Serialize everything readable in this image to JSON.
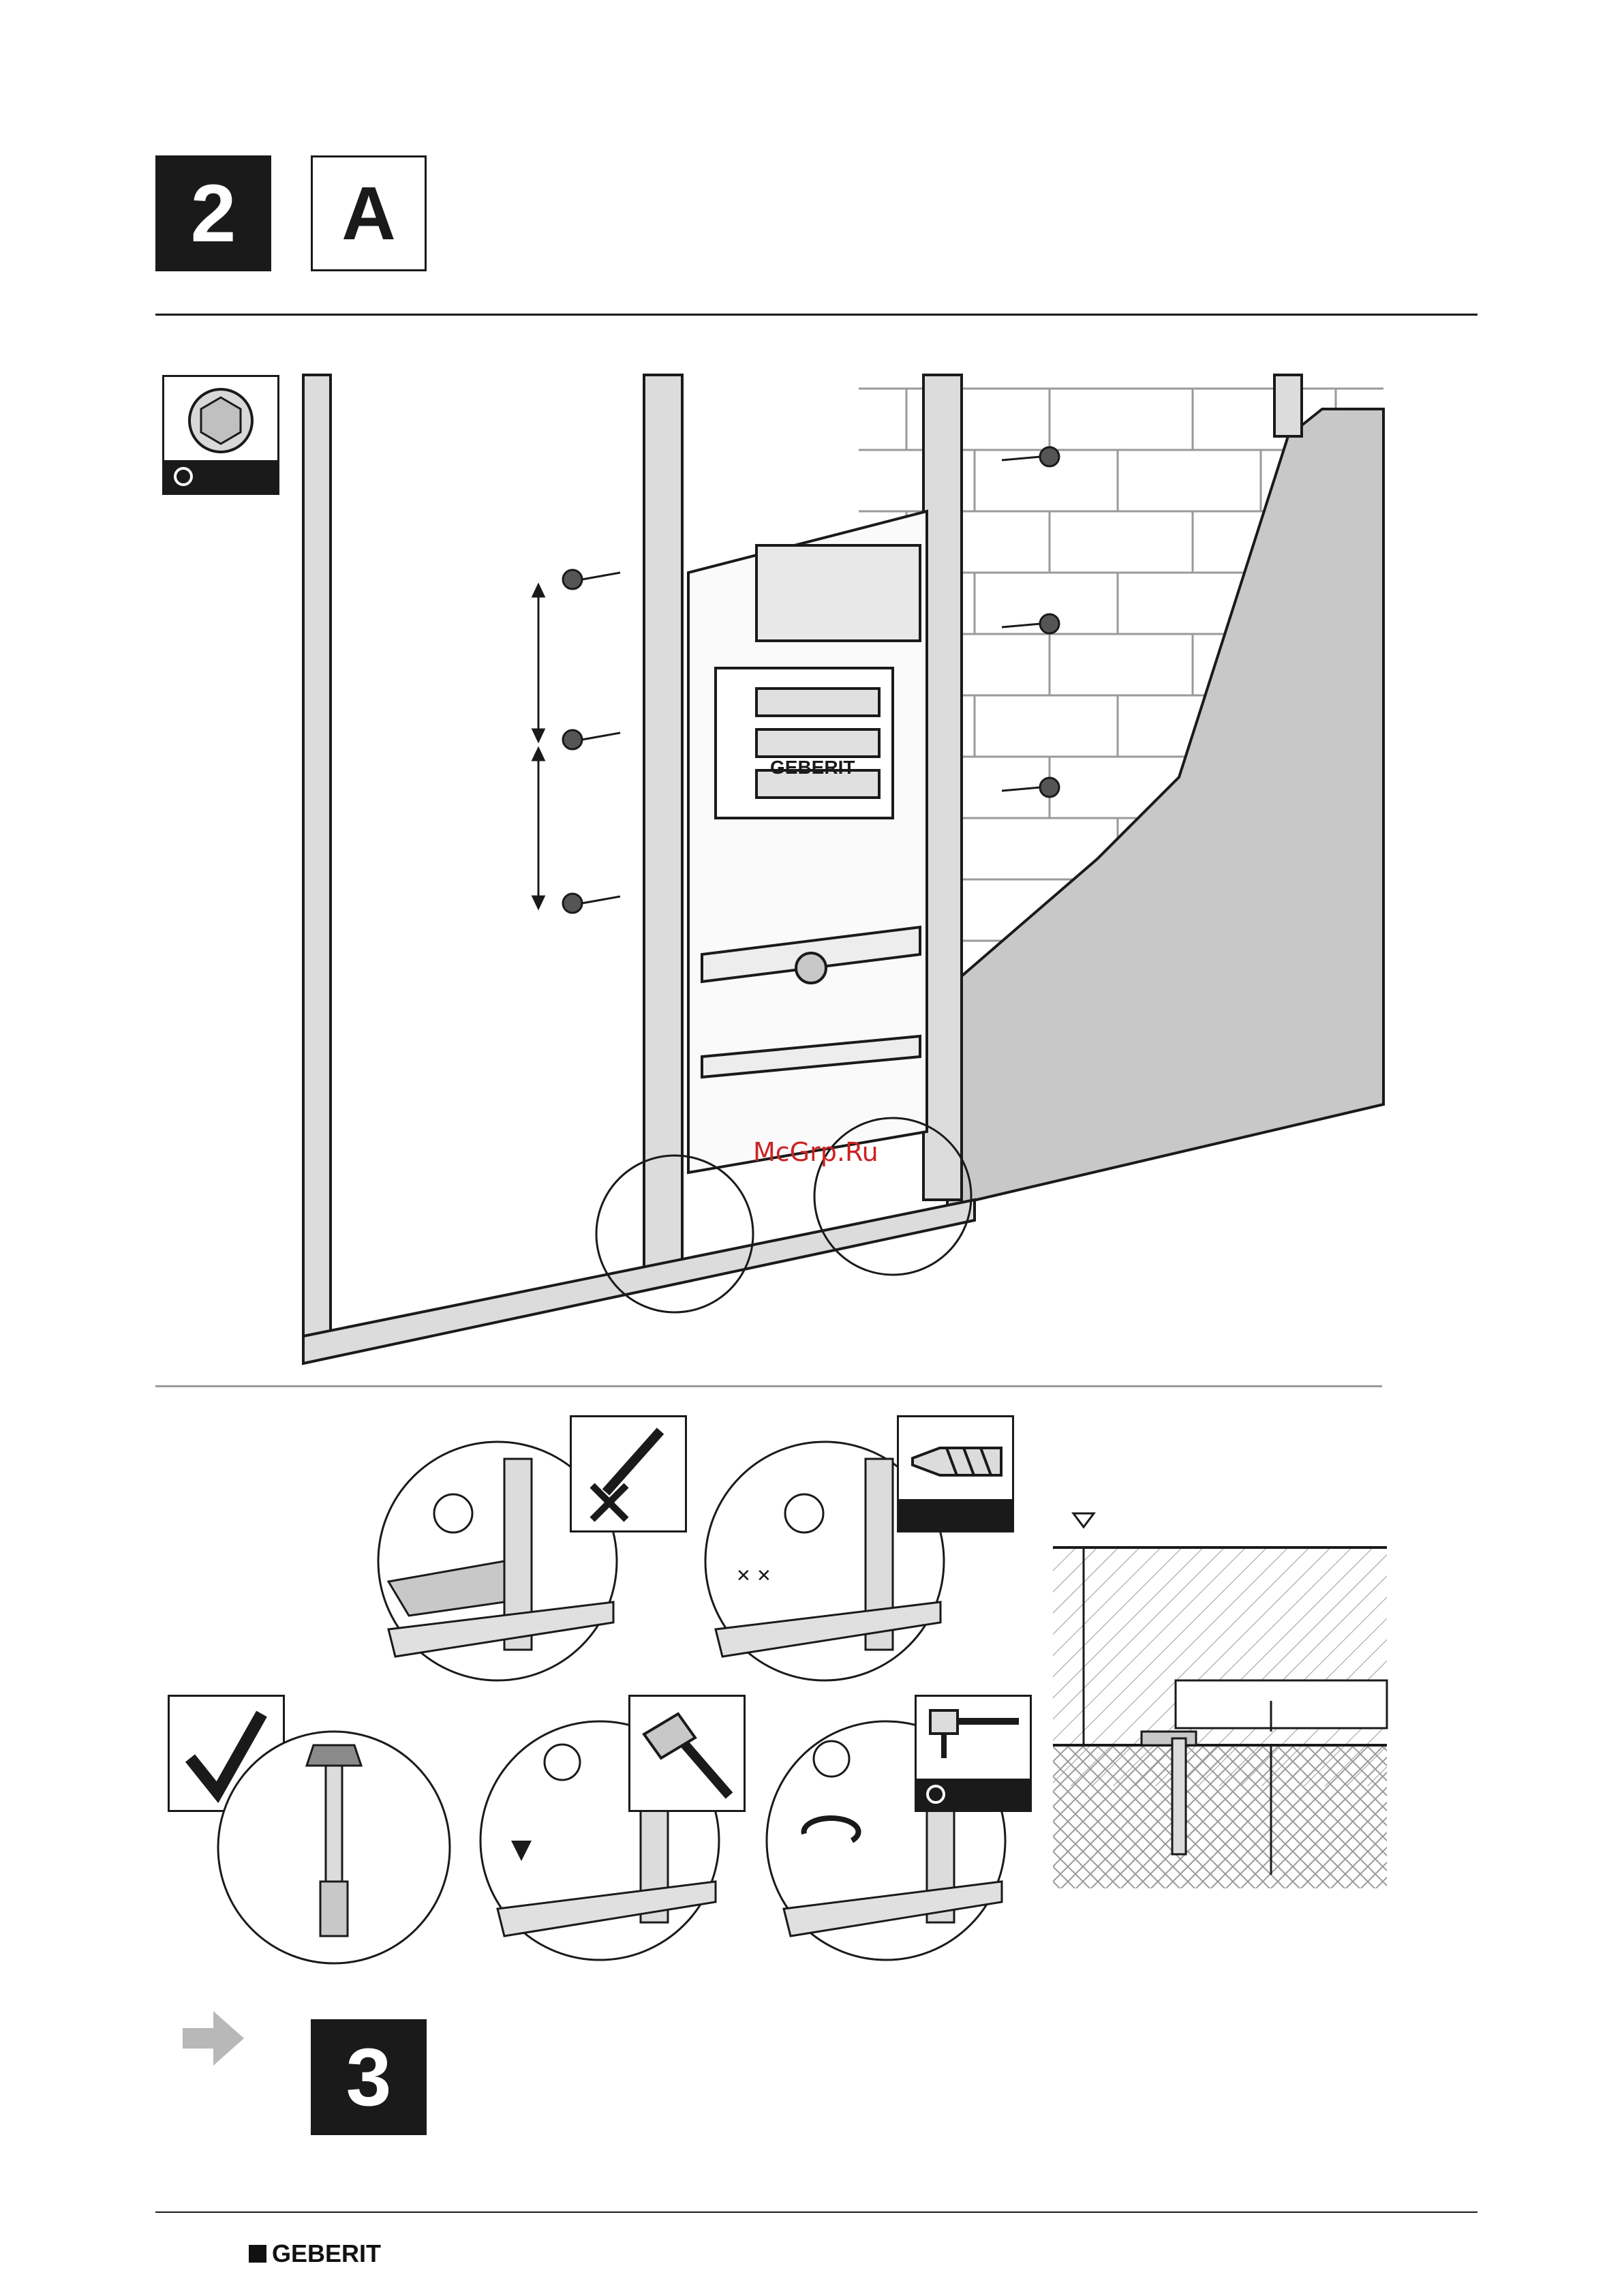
{
  "header": {
    "step_number": "2",
    "step_variant": "A"
  },
  "main_illustration": {
    "brand_label": "GEBERIT",
    "watermark": "McGrp.Ru"
  },
  "next_step": {
    "arrow_icon": "right-arrow-icon",
    "step_number": "3"
  },
  "footer": {
    "brand": "GEBERIT"
  },
  "colors": {
    "ink": "#1a1a1a",
    "panel_grey": "#c8c8c8",
    "watermark_red": "#cc2222",
    "arrow_grey": "#b8b8b8"
  }
}
